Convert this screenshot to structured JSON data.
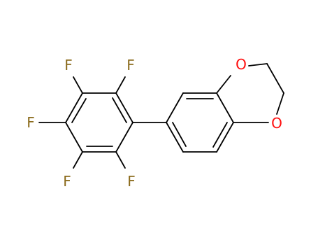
{
  "molecule": {
    "atoms": {
      "f_top_left": "F",
      "f_top_right": "F",
      "f_left": "F",
      "f_bottom_left": "F",
      "f_bottom_right": "F",
      "o_top": "O",
      "o_bottom": "O"
    },
    "colors": {
      "bond": "#000000",
      "fluorine": "#8a6a1b",
      "oxygen": "#ff0d0d",
      "background": "#ffffff"
    }
  }
}
